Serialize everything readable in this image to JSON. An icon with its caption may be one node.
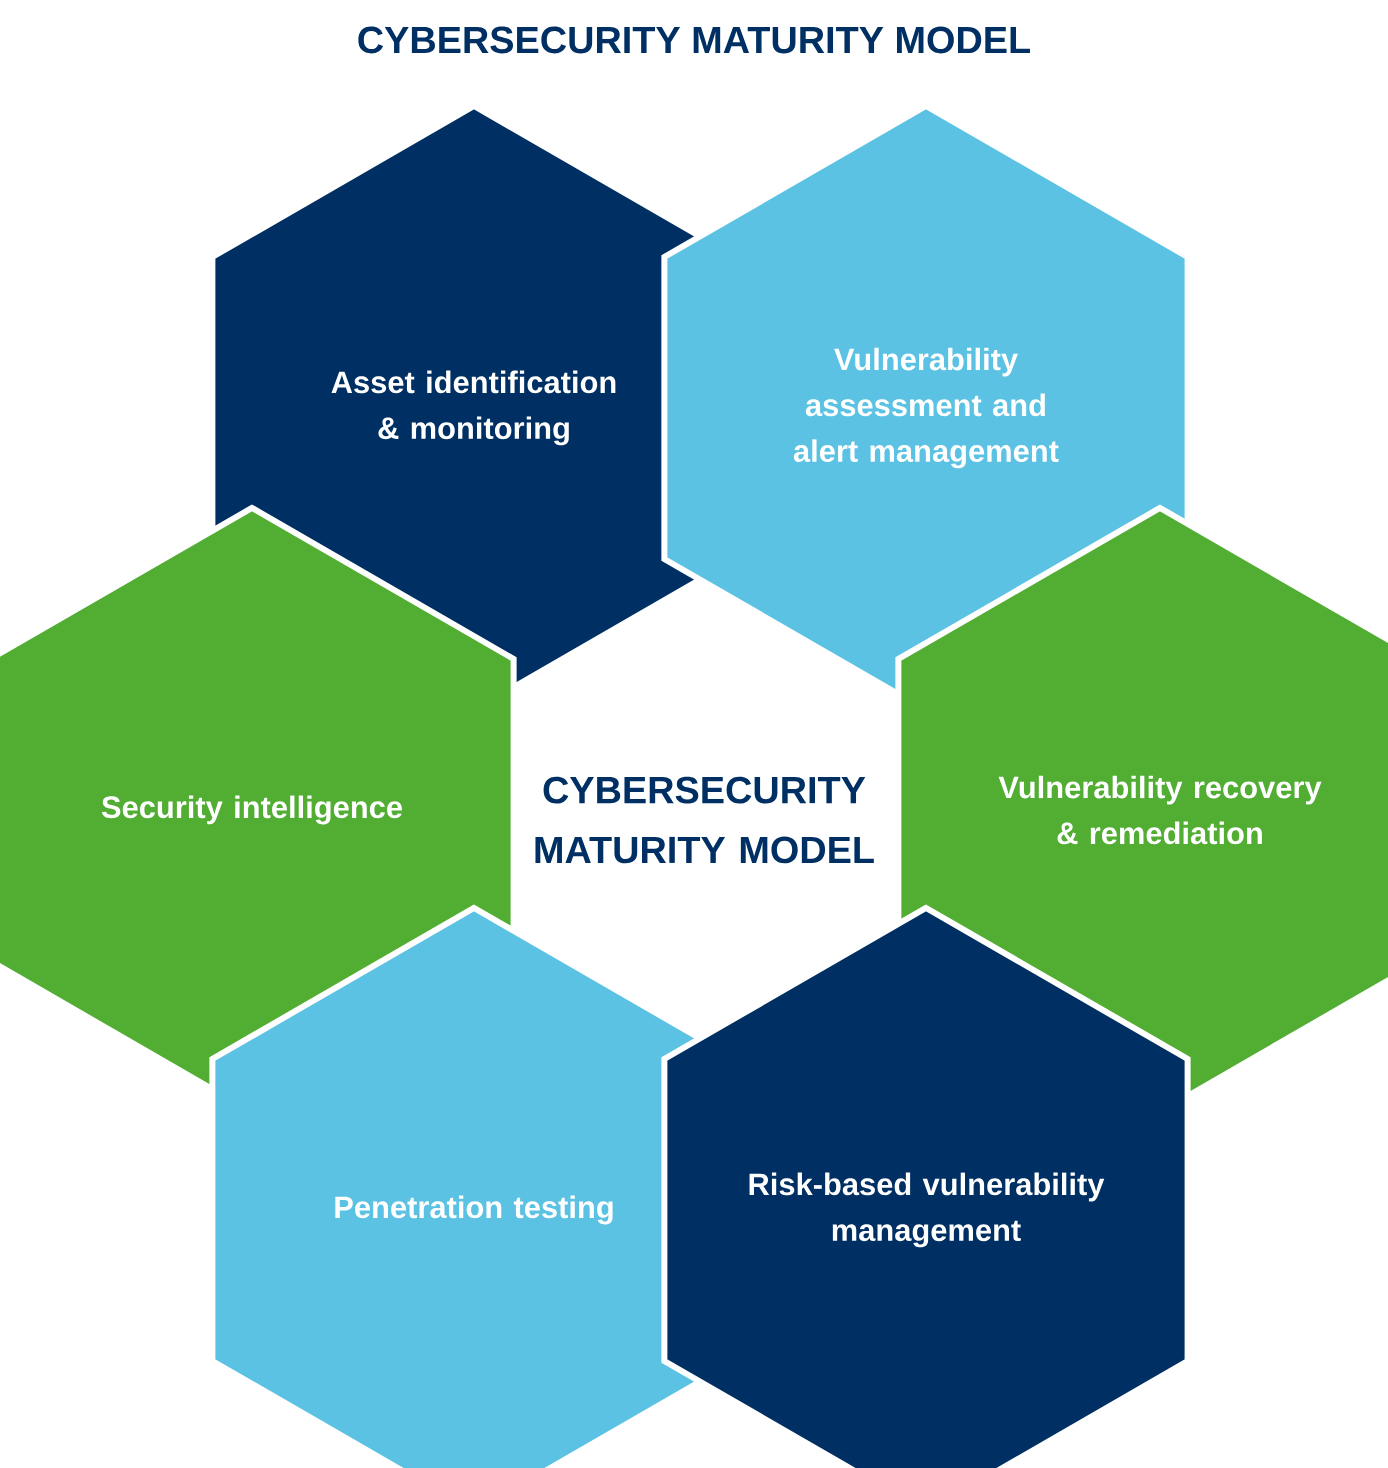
{
  "diagram": {
    "title": "CYBERSECURITY MATURITY MODEL",
    "nodes": [
      {
        "text": [
          "Asset identification & monitoring"
        ]
      },
      {
        "text": [
          "Vulnerability assessment and alert management"
        ]
      },
      {
        "text": [
          "Security intelligence"
        ]
      },
      {
        "text": [
          "Vulnerability recovery & remediation"
        ]
      },
      {
        "text": [
          "Penetration testing"
        ]
      },
      {
        "text": [
          "Risk-based vulnerability management"
        ]
      }
    ],
    "labels": [
      "CYBERSECURITY MATURITY MODEL"
    ]
  }
}
